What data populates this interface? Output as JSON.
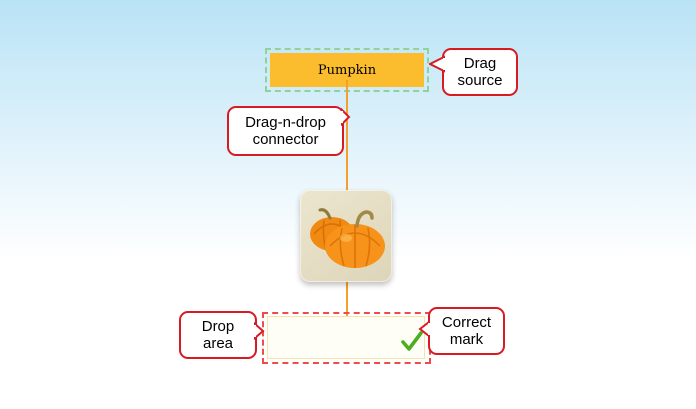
{
  "drag_source": {
    "label": "Pumpkin"
  },
  "image_tile": {
    "icon": "pumpkin-image"
  },
  "drop_area": {
    "value": "",
    "state": "correct",
    "correct_mark_icon": "check-icon",
    "correct_mark_color": "#4caf1f"
  },
  "callouts": {
    "drag_source": {
      "line1": "Drag",
      "line2": "source"
    },
    "connector": {
      "line1": "Drag-n-drop",
      "line2": "connector"
    },
    "drop_area": {
      "line1": "Drop",
      "line2": "area"
    },
    "correct_mark": {
      "line1": "Correct",
      "line2": "mark"
    }
  },
  "colors": {
    "source_fill": "#fbbd2e",
    "connector": "#f5a02a",
    "callout_border": "#d81b22",
    "drop_outline": "#f04a4a",
    "source_outline": "#8fd39a"
  }
}
